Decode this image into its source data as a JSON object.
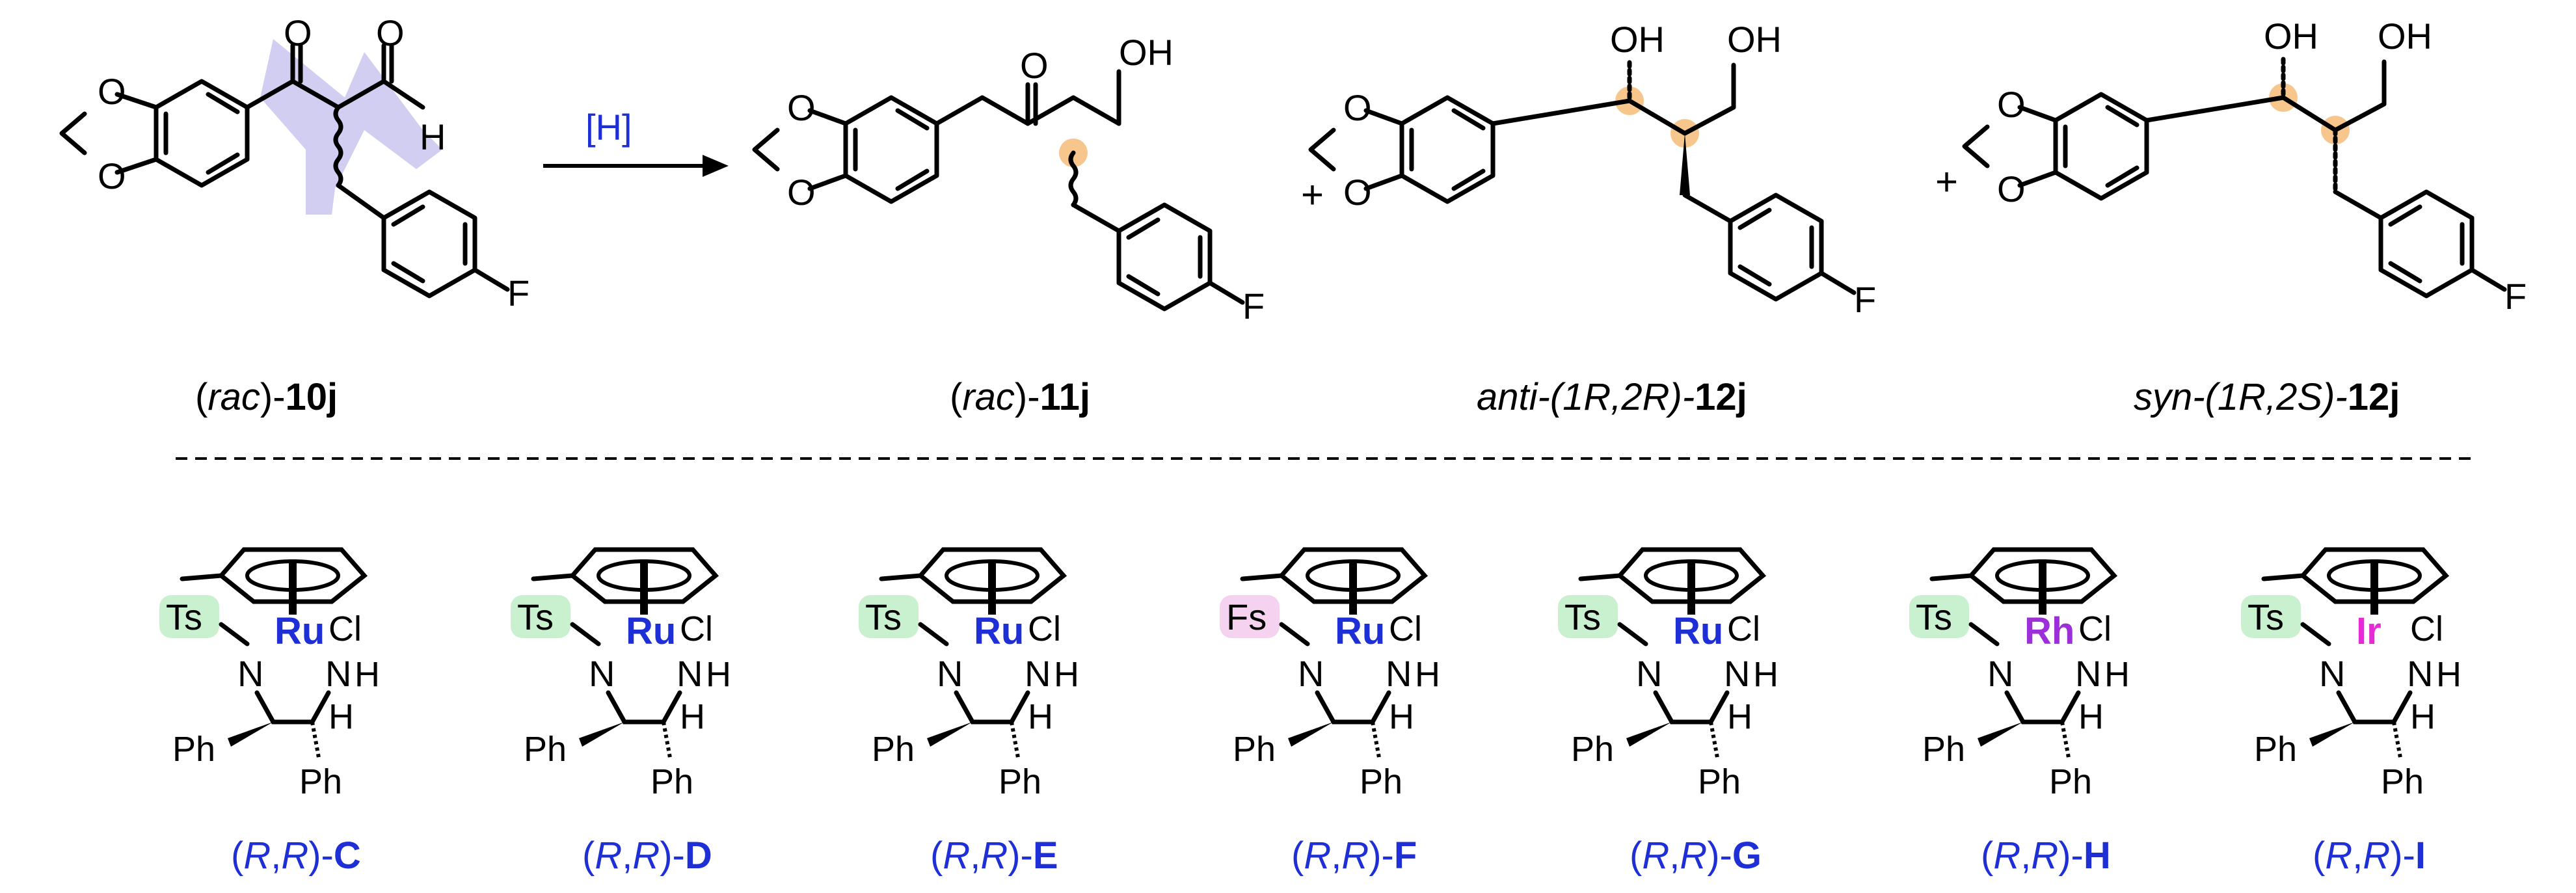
{
  "colors": {
    "highlight_blue": "#c9c6ef",
    "highlight_orange": "#f7c68d",
    "ts_green": "#c9f0cf",
    "fs_pink": "#f6d2f1",
    "ru_blue": "#1f2fd6",
    "rh_purple": "#9b2fd8",
    "ir_magenta": "#e62ad6",
    "caption_blue": "#1f2fd6"
  },
  "reaction": {
    "reagent": "[H]",
    "plus": "+"
  },
  "compounds": [
    {
      "id": "10j",
      "prefix": "(",
      "descriptor": "rac",
      "suffix": ")-",
      "number": "10j"
    },
    {
      "id": "11j",
      "prefix": "(",
      "descriptor": "rac",
      "suffix": ")-",
      "number": "11j"
    },
    {
      "id": "12j-anti",
      "prefix": "",
      "descriptor": "anti-(1R,2R)-",
      "suffix": "",
      "number": "12j"
    },
    {
      "id": "12j-syn",
      "prefix": "",
      "descriptor": "syn-(1R,2S)-",
      "suffix": "",
      "number": "12j"
    }
  ],
  "atoms": {
    "O": "O",
    "H": "H",
    "OH": "OH",
    "F": "F",
    "N": "N",
    "Cl": "Cl",
    "Ph": "Ph"
  },
  "catalysts": [
    {
      "id": "C",
      "metal": "Ru",
      "sulfonyl": "Ts",
      "label_prefix": "(R,R)-",
      "letter": "C"
    },
    {
      "id": "D",
      "metal": "Ru",
      "sulfonyl": "Ts",
      "label_prefix": "(R,R)-",
      "letter": "D"
    },
    {
      "id": "E",
      "metal": "Ru",
      "sulfonyl": "Ts",
      "label_prefix": "(R,R)-",
      "letter": "E"
    },
    {
      "id": "F",
      "metal": "Ru",
      "sulfonyl": "Fs",
      "label_prefix": "(R,R)-",
      "letter": "F"
    },
    {
      "id": "G",
      "metal": "Ru",
      "sulfonyl": "Ts",
      "label_prefix": "(R,R)-",
      "letter": "G"
    },
    {
      "id": "H",
      "metal": "Rh",
      "sulfonyl": "Ts",
      "label_prefix": "(R,R)-",
      "letter": "H"
    },
    {
      "id": "I",
      "metal": "Ir",
      "sulfonyl": "Ts",
      "label_prefix": "(R,R)-",
      "letter": "I"
    }
  ]
}
